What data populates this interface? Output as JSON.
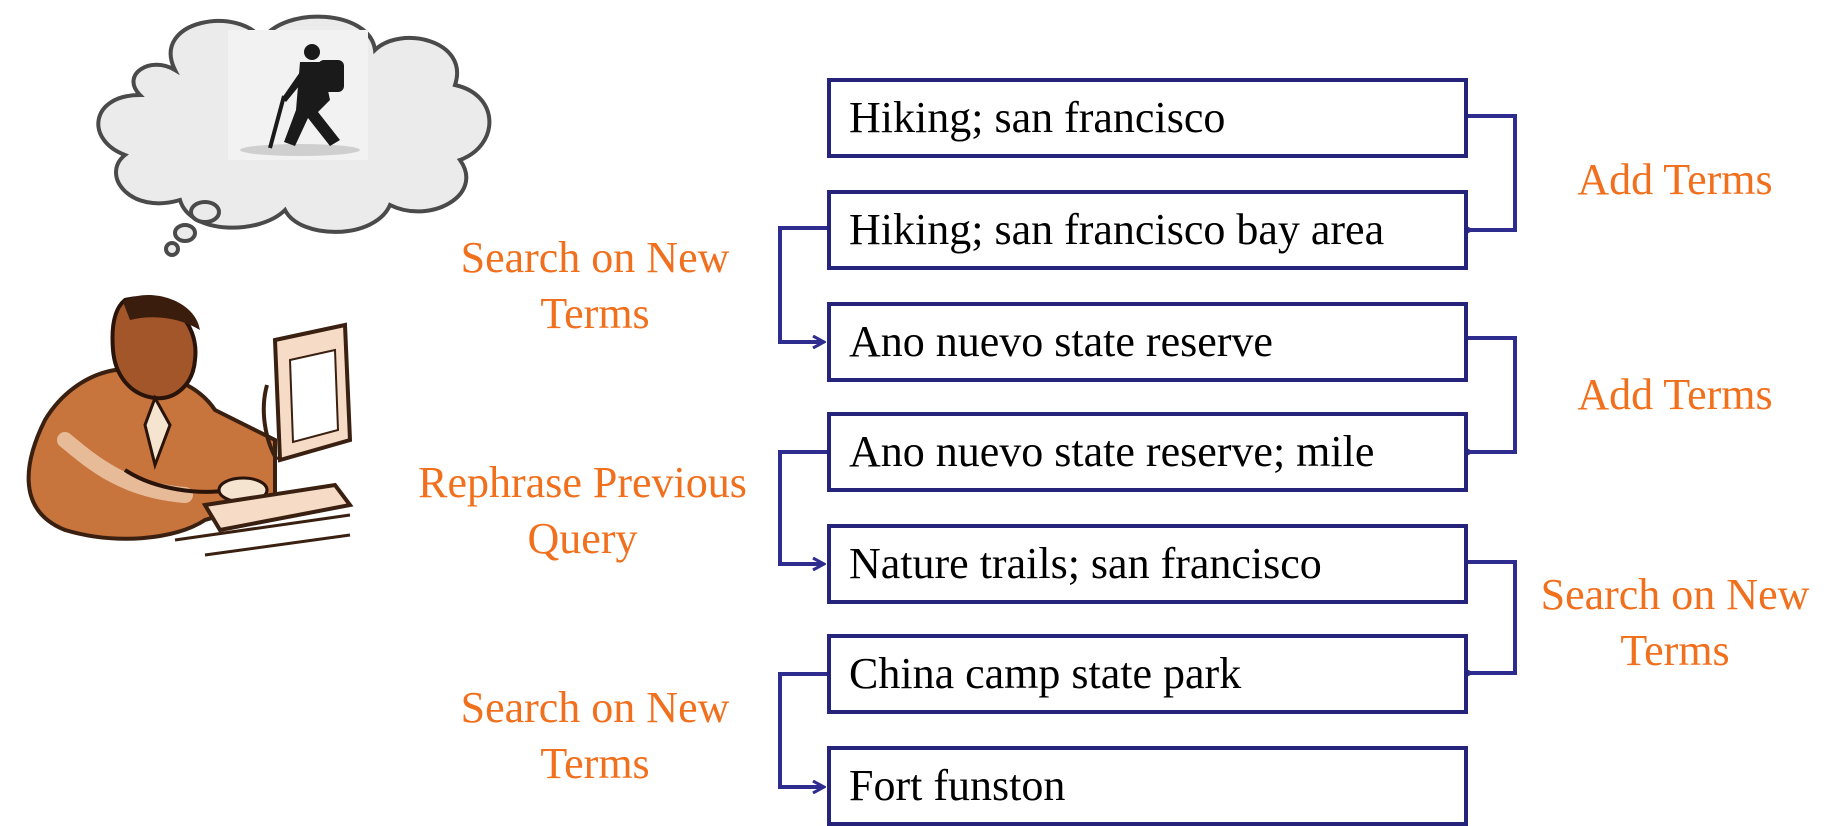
{
  "queries": [
    "Hiking; san francisco",
    "Hiking; san francisco bay area",
    "Ano nuevo state reserve",
    "Ano nuevo state reserve; mile",
    "Nature trails; san francisco",
    "China camp state park",
    "Fort funston"
  ],
  "transitions": {
    "right": [
      {
        "line1": "Add Terms",
        "line2": ""
      },
      {
        "line1": "Add Terms",
        "line2": ""
      },
      {
        "line1": "Search on New",
        "line2": "Terms"
      }
    ],
    "left": [
      {
        "line1": "Search on New",
        "line2": "Terms"
      },
      {
        "line1": "Rephrase Previous",
        "line2": "Query"
      },
      {
        "line1": "Search on New",
        "line2": "Terms"
      }
    ]
  },
  "colors": {
    "box_border": "#25237a",
    "arrow": "#2e2d8f",
    "label": "#f0701e"
  },
  "icons": {
    "thought": "hiker-thought-cloud-icon",
    "user": "person-at-computer-icon"
  }
}
